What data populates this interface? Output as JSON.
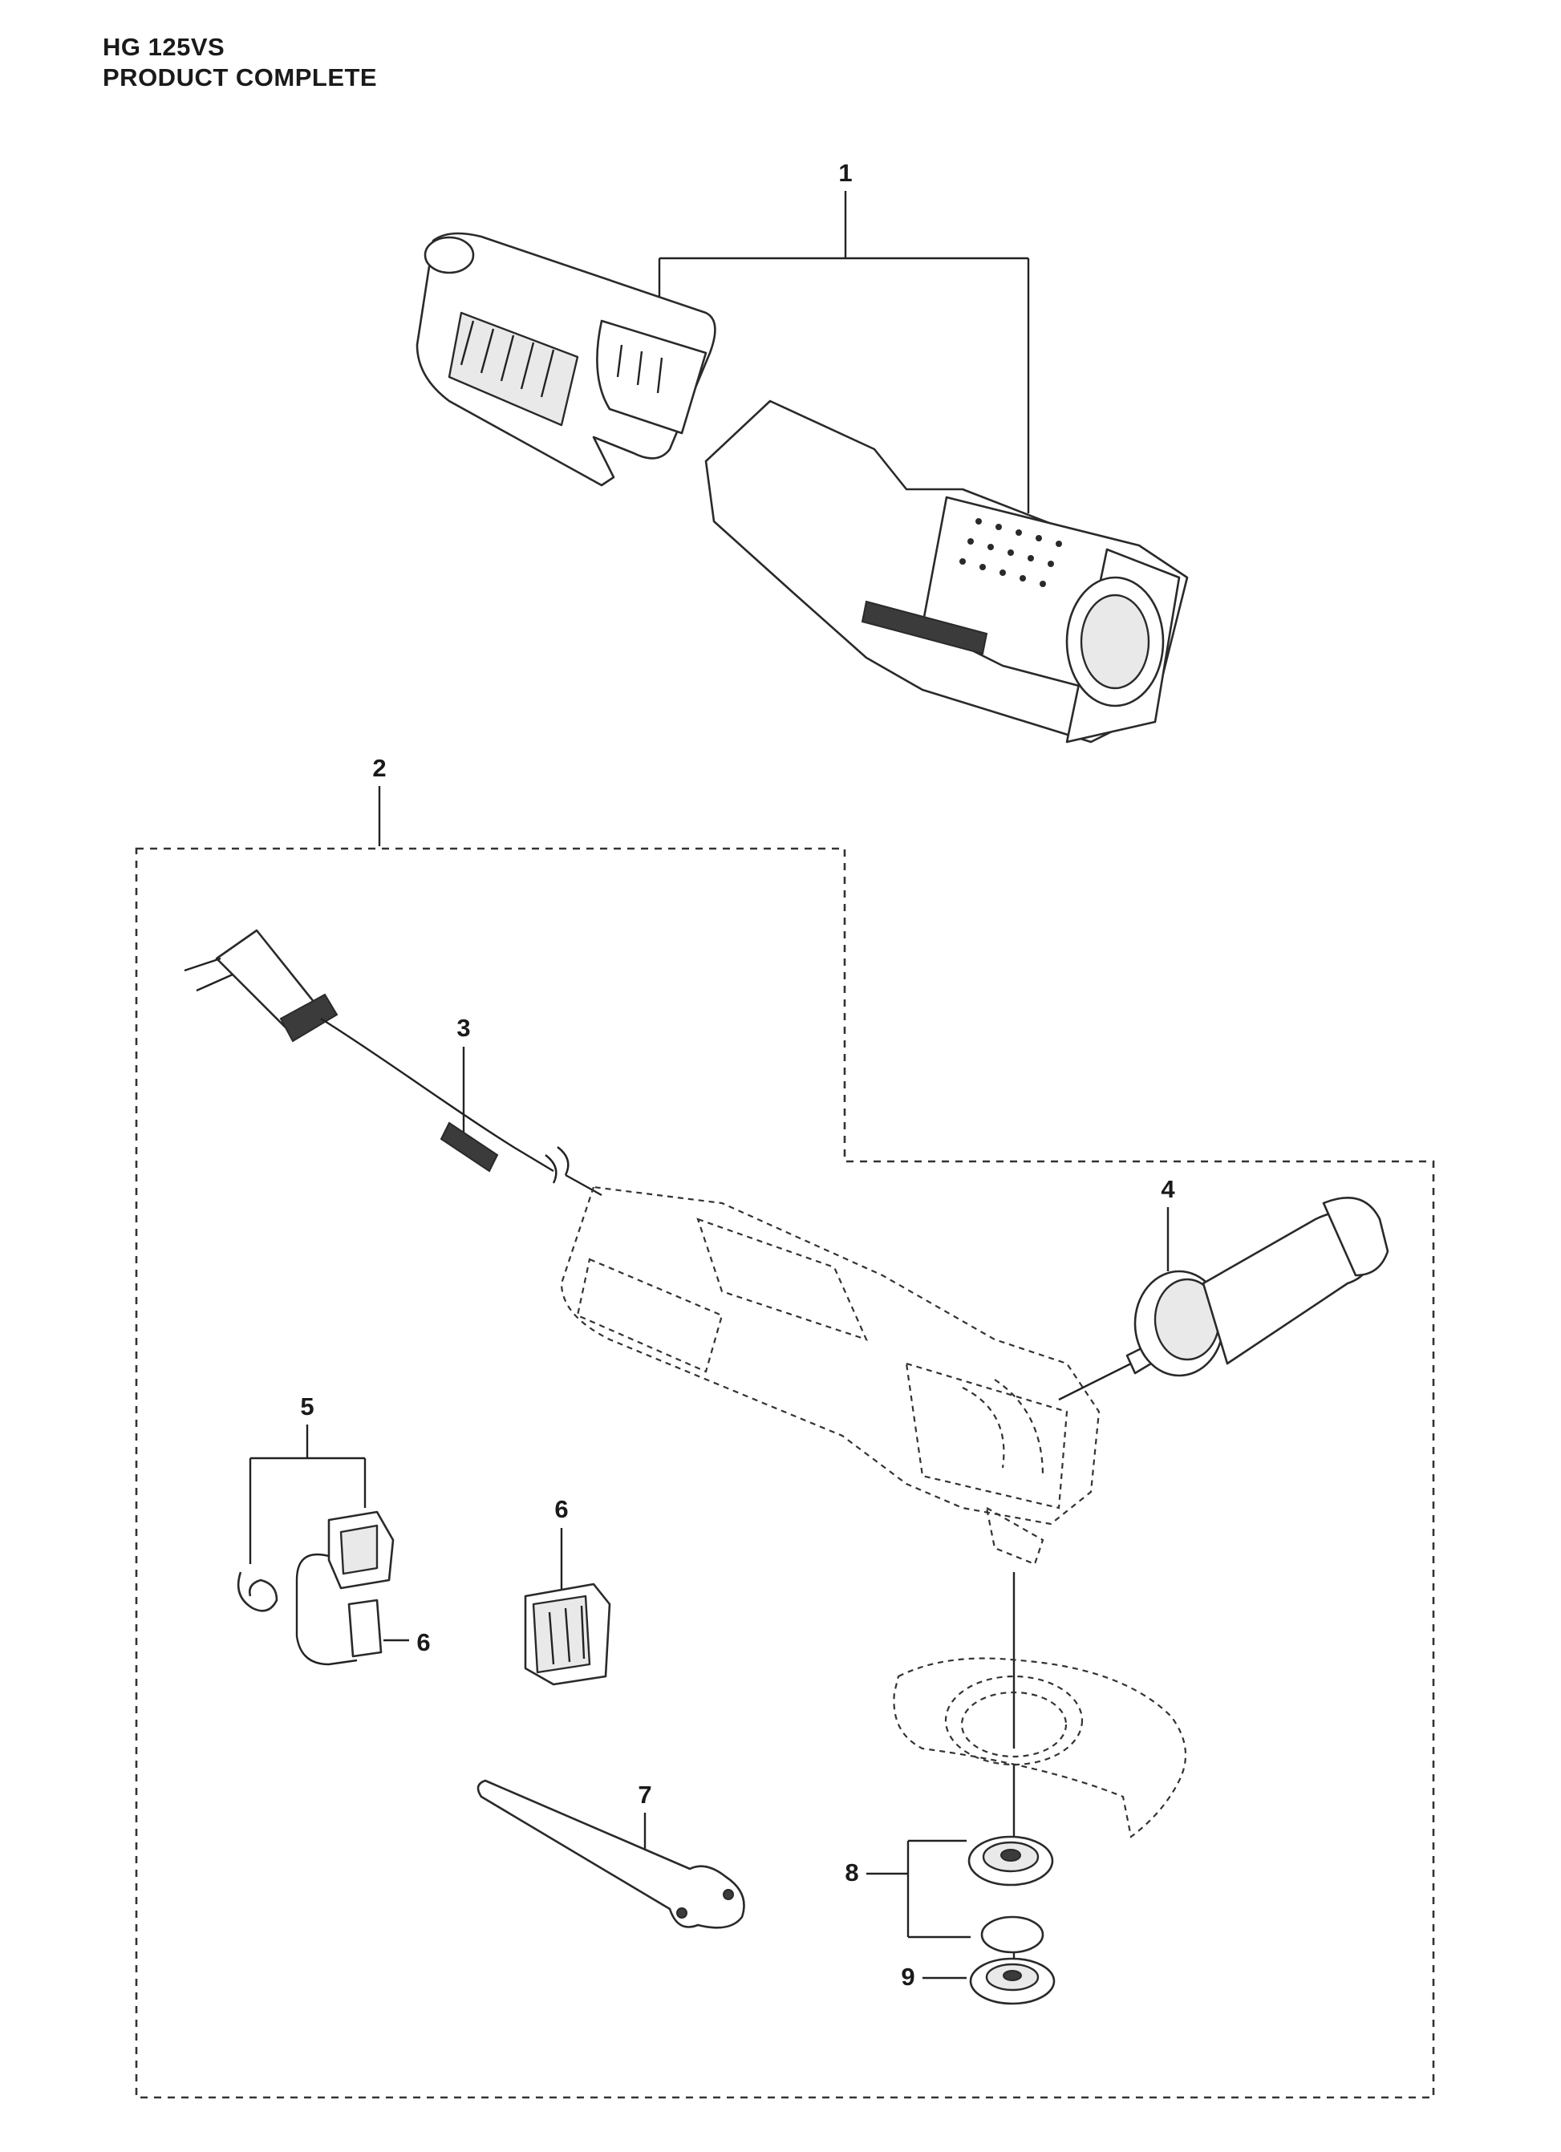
{
  "header": {
    "model": "HG 125VS",
    "section": "PRODUCT COMPLETE"
  },
  "callouts": [
    "1",
    "2",
    "3",
    "4",
    "5",
    "6",
    "6",
    "7",
    "8",
    "9"
  ]
}
